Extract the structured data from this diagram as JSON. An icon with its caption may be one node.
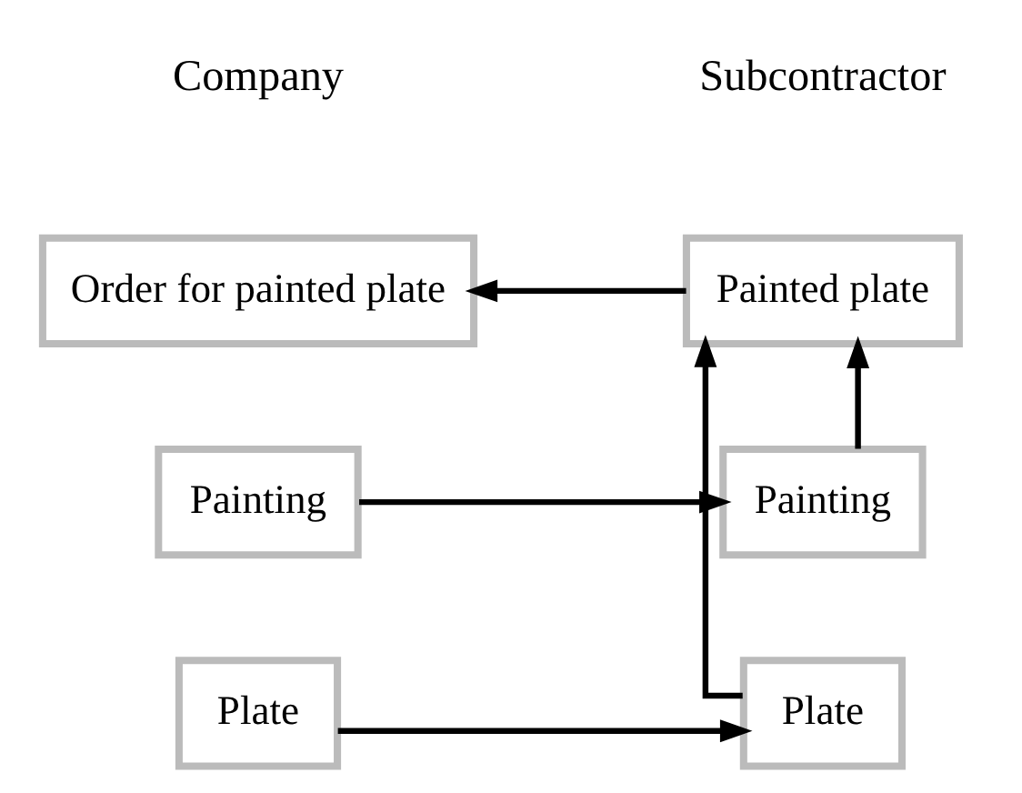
{
  "diagram": {
    "nodes": [
      {
        "text": [
          "Order for painted plate"
        ]
      },
      {
        "text": [
          "Painted plate"
        ]
      },
      {
        "text": [
          "Painting"
        ]
      },
      {
        "text": [
          "Painting"
        ]
      },
      {
        "text": [
          "Plate"
        ]
      },
      {
        "text": [
          "Plate"
        ]
      }
    ],
    "edges": [
      {
        "from": 1,
        "to": 0,
        "arrow": "to"
      },
      {
        "from": 3,
        "to": 1,
        "arrow": "to"
      },
      {
        "from": 4,
        "to": 1,
        "arrow": "to"
      },
      {
        "from": 2,
        "to": 3,
        "arrow": "to"
      },
      {
        "from": 5,
        "to": 4,
        "arrow": "to"
      }
    ],
    "labels": [
      "Company",
      "Subcontractor"
    ]
  }
}
